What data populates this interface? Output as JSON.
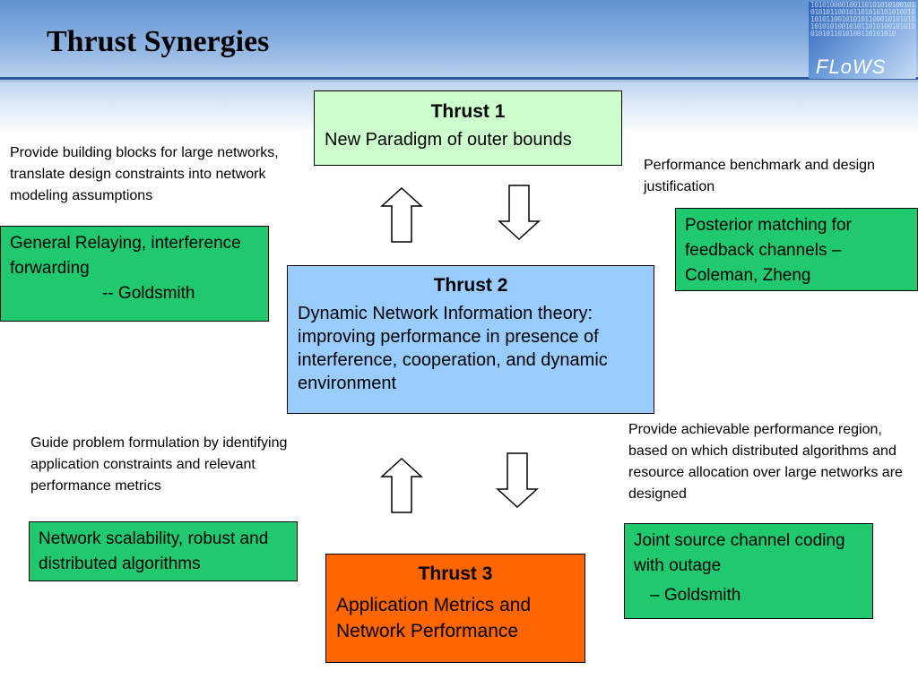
{
  "header": {
    "title": "Thrust Synergies",
    "logo_text": "FLoWS",
    "logo_bits": "1010100001001101010101001010101011001011010101010100101010110010101011000101010101010101001010110101001010100101011010100110101010"
  },
  "thrust1": {
    "heading": "Thrust 1",
    "text": "New Paradigm of outer bounds"
  },
  "thrust2": {
    "heading": "Thrust 2",
    "text": "Dynamic Network Information theory: improving performance in presence of interference, cooperation, and dynamic environment"
  },
  "thrust3": {
    "heading": "Thrust 3",
    "text": "Application Metrics and Network Performance"
  },
  "notes": {
    "top_left": "Provide building blocks for large networks, translate design constraints into network modeling assumptions",
    "top_right": "Performance benchmark and design justification",
    "bottom_left": "Guide problem formulation by identifying application constraints and relevant performance metrics",
    "bottom_right": "Provide achievable performance region, based on which distributed algorithms and resource allocation over large networks are designed"
  },
  "green_boxes": {
    "relaying": {
      "line1": "General Relaying, interference forwarding",
      "line2": "-- Goldsmith"
    },
    "posterior": {
      "text": "Posterior matching for feedback channels – Coleman, Zheng"
    },
    "scalability": {
      "text": "Network scalability, robust and distributed algorithms"
    },
    "joint": {
      "line1": "Joint source channel coding with outage",
      "line2": "– Goldsmith"
    }
  },
  "colors": {
    "thrust1_bg": "#ccffcc",
    "thrust2_bg": "#99ccff",
    "thrust3_bg": "#ff6600",
    "green_box_bg": "#21c96e",
    "header_rule": "#2a5aa5"
  },
  "arrows": [
    "up",
    "down",
    "up",
    "down"
  ]
}
